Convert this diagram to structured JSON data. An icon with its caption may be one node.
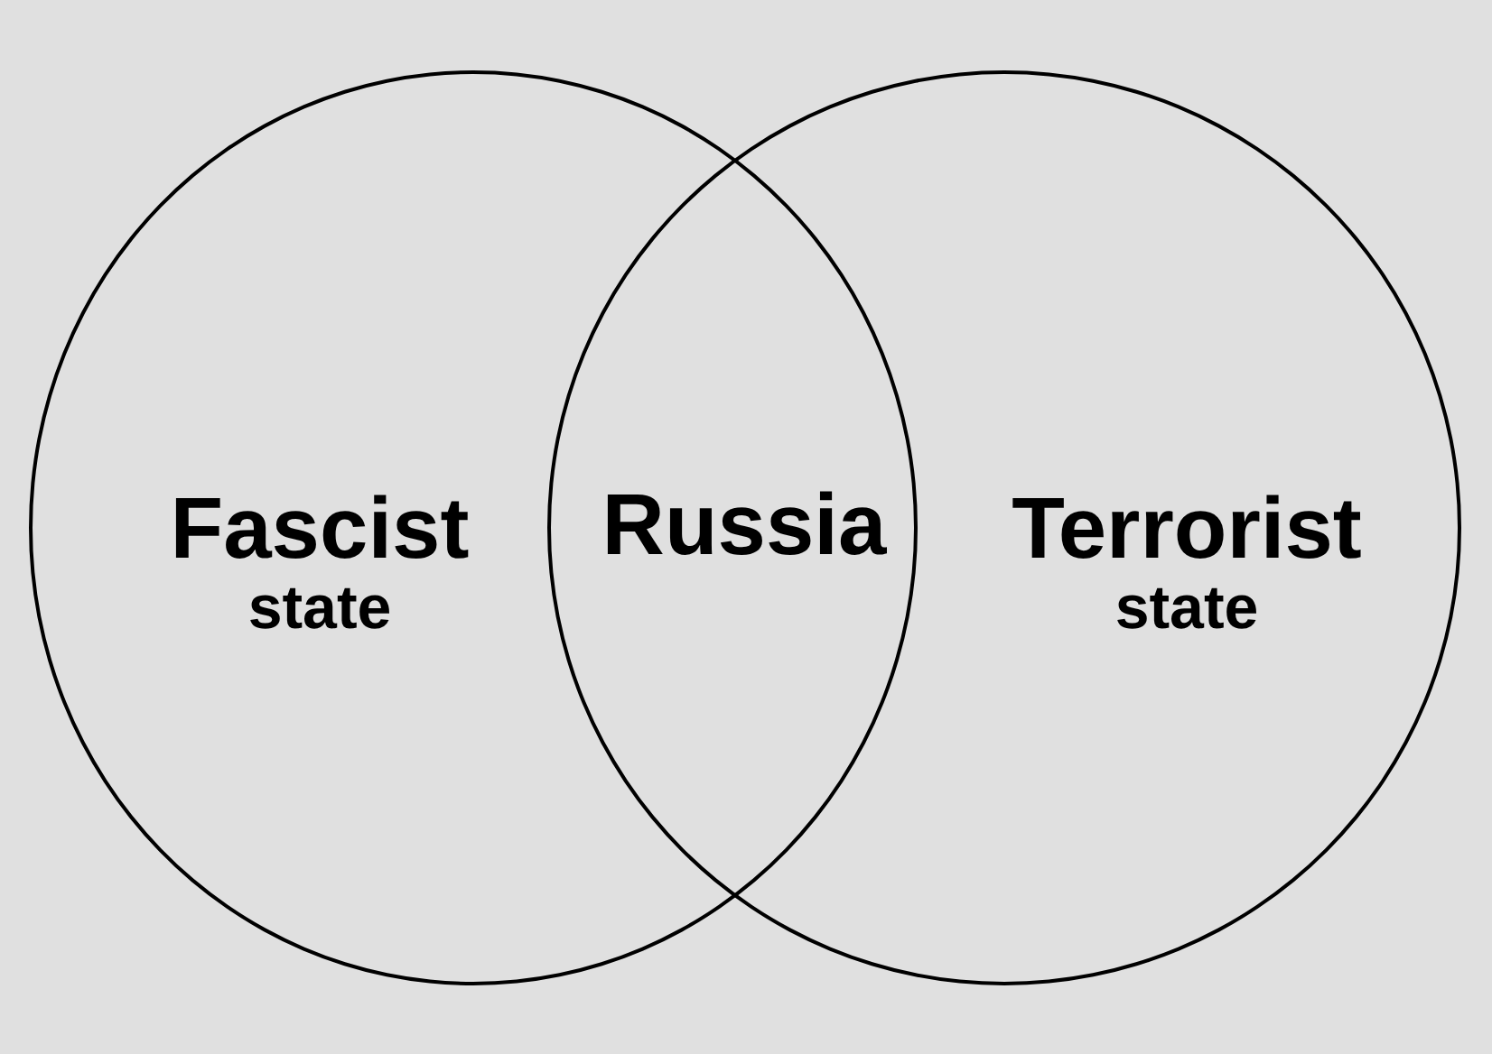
{
  "diagram": {
    "nodes": [
      {
        "text": [
          "Fascist",
          "state"
        ]
      },
      {
        "text": [
          "Terrorist",
          "state"
        ]
      }
    ],
    "edges": [],
    "labels": [
      "Russia"
    ]
  }
}
